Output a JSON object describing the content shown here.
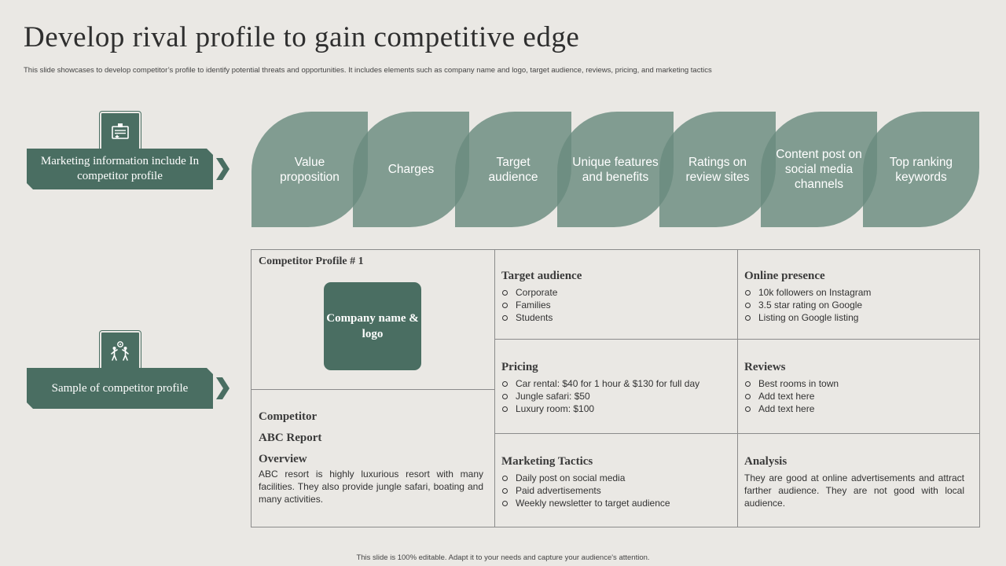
{
  "header": {
    "title": "Develop rival profile to gain competitive edge",
    "subtitle": "This slide showcases to develop competitor’s profile to identify potential threats and opportunities. It includes elements such as company name and logo, target audience, reviews, pricing, and marketing tactics"
  },
  "left_labels": {
    "marketing": "Marketing information include In competitor profile",
    "sample": "Sample of competitor profile"
  },
  "petals": [
    "Value proposition",
    "Charges",
    "Target audience",
    "Unique features and benefits",
    "Ratings on review sites",
    "Content post on social media channels",
    "Top ranking keywords"
  ],
  "profile": {
    "heading": "Competitor  Profile # 1",
    "logo_text": "Company name & logo",
    "competitor_label": "Competitor",
    "report_label": "ABC Report",
    "overview_title": "Overview",
    "overview_text": "ABC resort is highly luxurious resort with many facilities. They also provide jungle safari, boating and many activities."
  },
  "target_audience": {
    "title": "Target audience",
    "items": [
      "Corporate",
      "Families",
      "Students"
    ]
  },
  "online_presence": {
    "title": "Online presence",
    "items": [
      "10k followers  on Instagram",
      "3.5 star rating on Google",
      "Listing on Google listing"
    ]
  },
  "pricing": {
    "title": "Pricing",
    "items": [
      "Car rental: $40 for 1 hour  & $130 for full day",
      "Jungle safari: $50",
      "Luxury room: $100"
    ]
  },
  "reviews": {
    "title": "Reviews",
    "items": [
      "Best rooms in town",
      "Add text here",
      "Add text here"
    ]
  },
  "marketing_tactics": {
    "title": "Marketing Tactics",
    "items": [
      "Daily post on social media",
      "Paid advertisements",
      "Weekly newsletter to target audience"
    ]
  },
  "analysis": {
    "title": "Analysis",
    "text": "They are good at online advertisements and attract farther audience. They are not good with local audience."
  },
  "footer": {
    "text": "This slide is 100% editable.  Adapt it to your needs and capture your audience's attention."
  },
  "colors": {
    "accent": "#4A6E62",
    "petal": "#6A8B7F",
    "background": "#EAE8E4"
  }
}
